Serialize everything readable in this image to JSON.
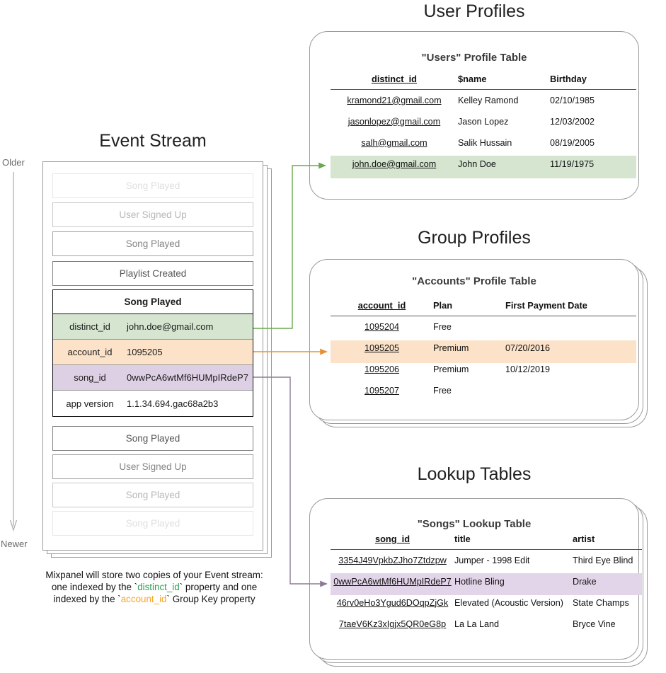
{
  "sections": {
    "event_stream_title": "Event Stream",
    "user_profiles_title": "User Profiles",
    "group_profiles_title": "Group Profiles",
    "lookup_tables_title": "Lookup Tables"
  },
  "timeline": {
    "older_label": "Older",
    "newer_label": "Newer"
  },
  "event_stream": {
    "events_before": [
      {
        "label": "Song Played"
      },
      {
        "label": "User Signed Up"
      },
      {
        "label": "Song Played"
      },
      {
        "label": "Playlist Created"
      }
    ],
    "events_after": [
      {
        "label": "Song Played"
      },
      {
        "label": "User Signed Up"
      },
      {
        "label": "Song Played"
      },
      {
        "label": "Song Played"
      }
    ],
    "focused_event": {
      "name": "Song Played",
      "properties": [
        {
          "key": "distinct_id",
          "value": "john.doe@gmail.com",
          "highlight": "green"
        },
        {
          "key": "account_id",
          "value": "1095205",
          "highlight": "orange"
        },
        {
          "key": "song_id",
          "value": "0wwPcA6wtMf6HUMpIRdeP7",
          "highlight": "purple"
        },
        {
          "key": "app version",
          "value": "1.1.34.694.gac68a2b3",
          "highlight": "none"
        }
      ]
    }
  },
  "caption": {
    "line1_a": "Mixpanel will store two copies of your Event stream:",
    "line2_a": "one indexed by the `",
    "line2_key": "distinct_id",
    "line2_b": "` property and one",
    "line3_a": "indexed by the `",
    "line3_key": "account_id",
    "line3_b": "` Group Key property"
  },
  "users_table": {
    "title": "\"Users\" Profile Table",
    "columns": [
      "distinct_id",
      "$name",
      "Birthday"
    ],
    "rows": [
      {
        "cells": [
          "kramond21@gmail.com",
          "Kelley Ramond",
          "02/10/1985"
        ],
        "highlight": false
      },
      {
        "cells": [
          "jasonlopez@gmail.com",
          "Jason Lopez",
          "12/03/2002"
        ],
        "highlight": false
      },
      {
        "cells": [
          "salh@gmail.com",
          "Salik Hussain",
          "08/19/2005"
        ],
        "highlight": false
      },
      {
        "cells": [
          "john.doe@gmail.com",
          "John Doe",
          "11/19/1975"
        ],
        "highlight": true
      }
    ]
  },
  "accounts_table": {
    "title": "\"Accounts\" Profile Table",
    "columns": [
      "account_id",
      "Plan",
      "First Payment Date"
    ],
    "rows": [
      {
        "cells": [
          "1095204",
          "Free",
          ""
        ],
        "highlight": false
      },
      {
        "cells": [
          "1095205",
          "Premium",
          "07/20/2016"
        ],
        "highlight": true
      },
      {
        "cells": [
          "1095206",
          "Premium",
          "10/12/2019"
        ],
        "highlight": false
      },
      {
        "cells": [
          "1095207",
          "Free",
          ""
        ],
        "highlight": false
      }
    ]
  },
  "songs_table": {
    "title": "\"Songs\" Lookup Table",
    "columns": [
      "song_id",
      "title",
      "artist"
    ],
    "rows": [
      {
        "cells": [
          "3354J49VpkbZJho7Ztdzpw",
          "Jumper - 1998 Edit",
          "Third Eye Blind"
        ],
        "highlight": false
      },
      {
        "cells": [
          "0wwPcA6wtMf6HUMpIRdeP7",
          "Hotline Bling",
          "Drake"
        ],
        "highlight": true
      },
      {
        "cells": [
          "46rv0eHo3Ygud6DOqpZjGk",
          "Elevated (Acoustic Version)",
          "State Champs"
        ],
        "highlight": false
      },
      {
        "cells": [
          "7taeV6Kz3xIgjx5QR0eG8p",
          "La La Land",
          "Bryce Vine"
        ],
        "highlight": false
      }
    ]
  },
  "colors": {
    "green_fill": "#d5e5d0",
    "orange_fill": "#fbe2c8",
    "purple_fill": "#ded0e4",
    "purple_row_fill": "#e3d5e9",
    "green_arrow": "#6aa84f",
    "orange_arrow": "#e69138",
    "purple_arrow": "#8e7b97",
    "card_border": "#9a9a9a",
    "text": "#1a1a1a",
    "caption_green": "#2e9e4f",
    "caption_orange": "#f5a623"
  }
}
